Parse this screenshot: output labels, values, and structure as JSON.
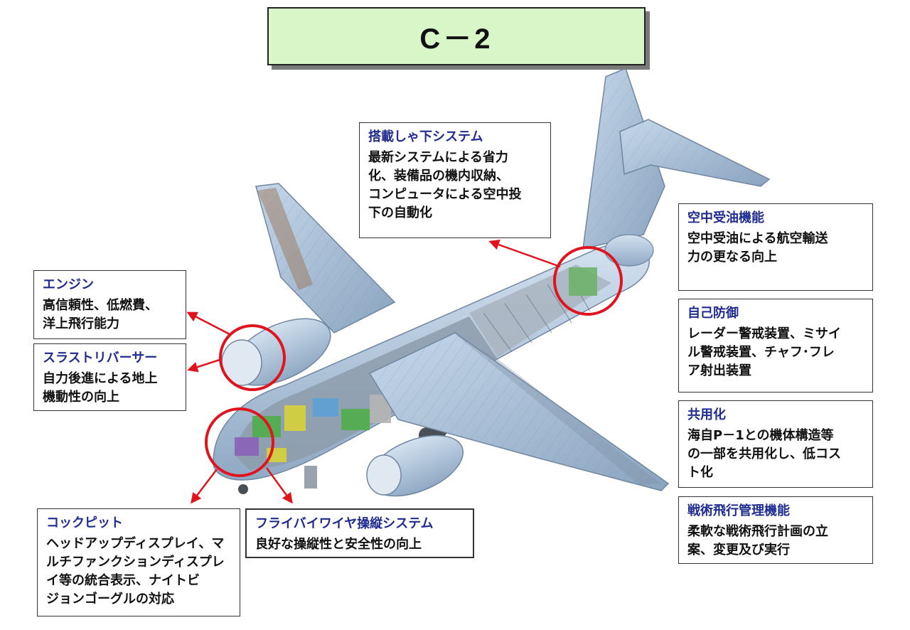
{
  "title": "C－2",
  "callouts": {
    "cargo": {
      "heading": "搭載しゃ下システム",
      "lines": [
        "最新システムによる省力",
        "化、装備品の機内収納、",
        "コンピュータによる空中投",
        "下の自動化"
      ]
    },
    "engine": {
      "heading": "エンジン",
      "lines": [
        "高信頼性、低燃費、",
        "洋上飛行能力"
      ]
    },
    "reverser": {
      "heading": "スラストリバーサー",
      "lines": [
        "自力後進による地上",
        "機動性の向上"
      ]
    },
    "refuel": {
      "heading": "空中受油機能",
      "lines": [
        "空中受油による航空輸送",
        "力の更なる向上"
      ]
    },
    "defense": {
      "heading": "自己防御",
      "lines": [
        "レーダー警戒装置、ミサイ",
        "ル警戒装置、チャフ･フレ",
        "ア射出装置"
      ]
    },
    "common": {
      "heading": "共用化",
      "lines": [
        "海自P－1との機体構造等",
        "の一部を共用化し、低コス",
        "ト化"
      ]
    },
    "tactical": {
      "heading": "戦術飛行管理機能",
      "lines": [
        "柔軟な戦術飛行計画の立",
        "案、変更及び実行"
      ]
    },
    "cockpit": {
      "heading": "コックピット",
      "lines": [
        "ヘッドアップディスプレイ、マ",
        "ルチファンクションディスプレ",
        "イ等の統合表示、ナイトビ",
        "ジョンゴーグルの対応"
      ]
    },
    "fbw": {
      "heading": "フライバイワイヤ操縦システム",
      "lines": [
        "良好な操縦性と安全性の向上"
      ]
    }
  },
  "colors": {
    "heading": "#1f2b8f",
    "highlight": "#e0141e",
    "title_fill": "#d8f6c8",
    "airframe": "#b8cde3"
  }
}
